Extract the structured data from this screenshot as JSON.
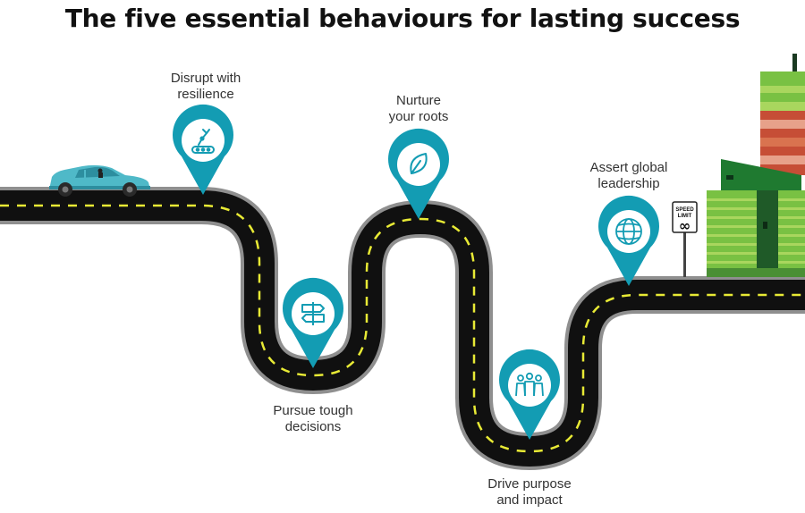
{
  "title": "The five essential behaviours for lasting success",
  "colors": {
    "pin": "#139cb3",
    "road": "#101010",
    "road_edge": "#8f8f8f",
    "lane": "#e8ea35",
    "car": "#4fb9c8",
    "building_green": "#79c143",
    "building_dark": "#1f7a30",
    "building_red": "#c64e36"
  },
  "milestones": [
    {
      "icon": "robot-arm-icon",
      "line1": "Disrupt with",
      "line2": "resilience"
    },
    {
      "icon": "signpost-icon",
      "line1": "Pursue tough",
      "line2": "decisions"
    },
    {
      "icon": "leaf-icon",
      "line1": "Nurture",
      "line2": "your roots"
    },
    {
      "icon": "people-group-icon",
      "line1": "Drive purpose",
      "line2": "and impact"
    },
    {
      "icon": "globe-icon",
      "line1": "Assert global",
      "line2": "leadership"
    }
  ],
  "sign": {
    "line1": "SPEED",
    "line2": "LIMIT",
    "symbol": "∞"
  }
}
